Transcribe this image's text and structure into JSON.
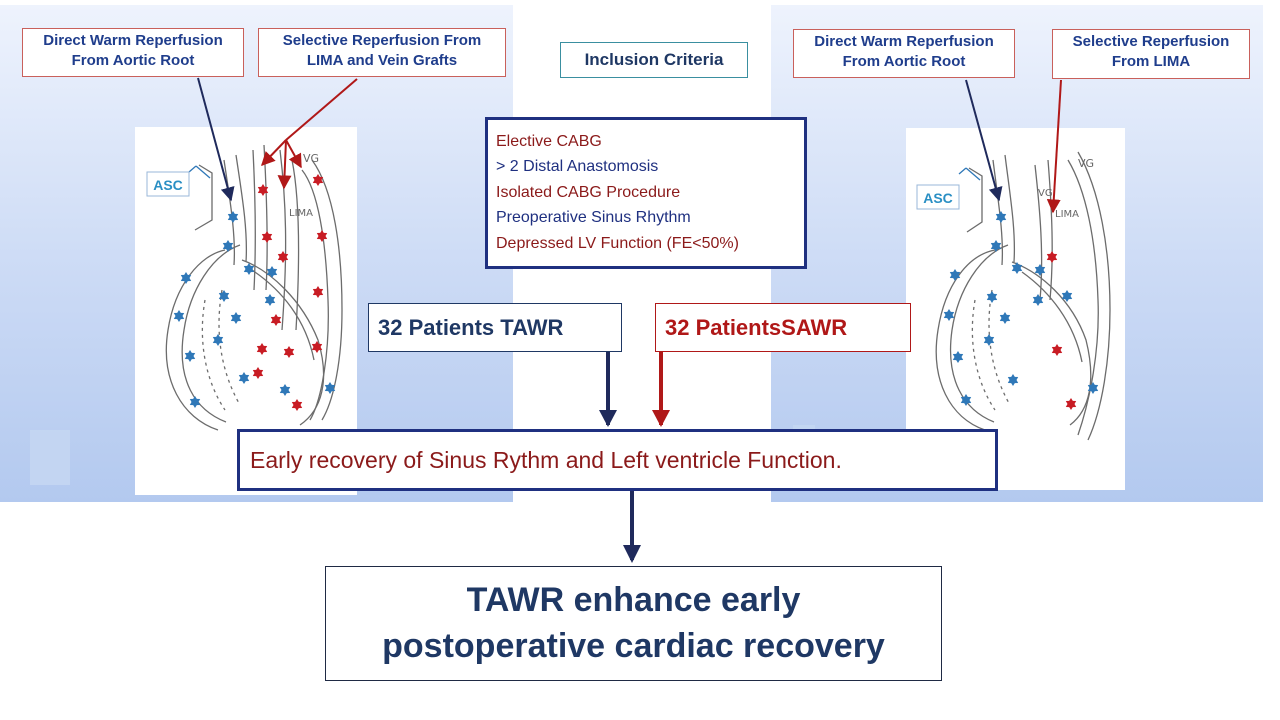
{
  "left_panel": {
    "label_direct": [
      "Direct Warm Reperfusion",
      "From Aortic Root"
    ],
    "label_selective": [
      "Selective Reperfusion From",
      "LIMA and  Vein Grafts"
    ],
    "asc": "ASC",
    "vg": "VG",
    "lima": "LIMA"
  },
  "right_panel": {
    "label_direct": [
      "Direct Warm Reperfusion",
      "From Aortic Root"
    ],
    "label_selective": [
      "Selective Reperfusion",
      "From LIMA"
    ],
    "asc": "ASC",
    "vg": "VG",
    "vg2": "VG",
    "lima": "LIMA"
  },
  "inclusion_title": "Inclusion Criteria",
  "criteria": [
    "Elective CABG",
    "> 2 Distal Anastomosis",
    "Isolated CABG Procedure",
    "Preoperative Sinus Rhythm",
    "Depressed LV Function (FE<50%)"
  ],
  "group_tawr": "32 Patients TAWR",
  "group_sawr": "32  PatientsSAWR",
  "result": "Early recovery of Sinus Rythm and Left ventricle Function.",
  "conclusion": [
    "TAWR enhance early",
    "postoperative cardiac recovery"
  ],
  "colors": {
    "navy": "#1f3080",
    "dark_red": "#8b1a1a",
    "star_blue": "#2f78b8",
    "star_red": "#c81c24"
  }
}
